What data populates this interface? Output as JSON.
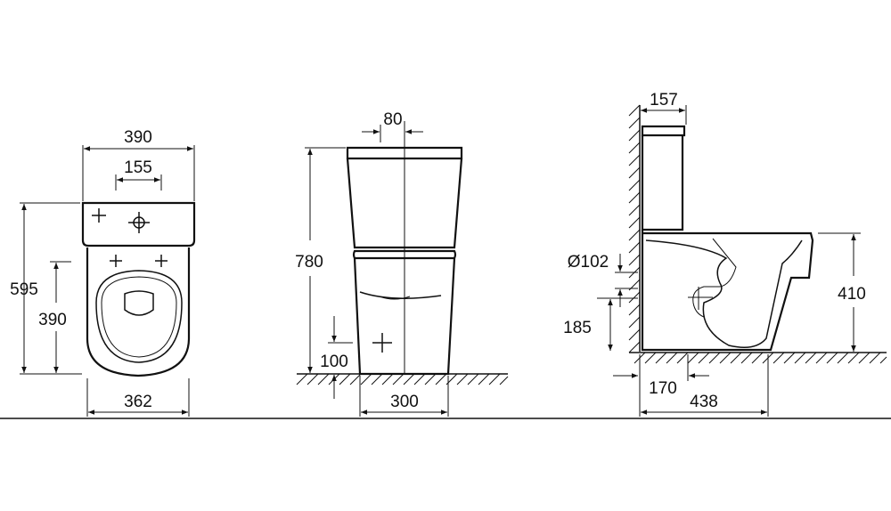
{
  "front_view": {
    "width_total": "390",
    "hole_spacing": "155",
    "height_total": "595",
    "height_pan": "390",
    "base_width": "362"
  },
  "side_view": {
    "top_offset": "80",
    "height_total": "780",
    "pipe_height": "100",
    "base_width": "300"
  },
  "profile_view": {
    "tank_depth": "157",
    "outlet_diameter": "Ø102",
    "outlet_height": "185",
    "pan_height": "410",
    "outlet_offset": "170",
    "total_depth": "438"
  }
}
